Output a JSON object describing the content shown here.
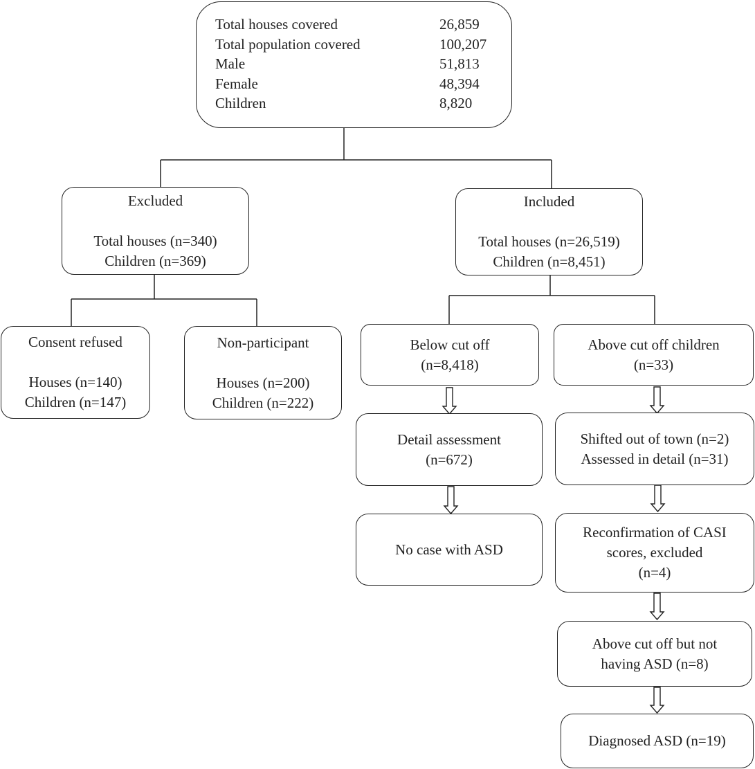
{
  "summary": {
    "rows": [
      {
        "label": "Total houses covered",
        "value": "26,859"
      },
      {
        "label": "Total population covered",
        "value": "100,207"
      },
      {
        "label": "Male",
        "value": "51,813"
      },
      {
        "label": "Female",
        "value": "48,394"
      },
      {
        "label": "Children",
        "value": "8,820"
      }
    ]
  },
  "excluded": {
    "title": "Excluded",
    "houses": "Total houses (n=340)",
    "children": "Children (n=369)"
  },
  "included": {
    "title": "Included",
    "houses": "Total houses (n=26,519)",
    "children": "Children (n=8,451)"
  },
  "consent_refused": {
    "title": "Consent refused",
    "houses": "Houses (n=140)",
    "children": "Children (n=147)"
  },
  "non_participant": {
    "title": "Non-participant",
    "houses": "Houses (n=200)",
    "children": "Children (n=222)"
  },
  "below_cutoff": {
    "line1": "Below cut off",
    "line2": "(n=8,418)"
  },
  "above_cutoff": {
    "line1": "Above cut off children",
    "line2": "(n=33)"
  },
  "detail_assessment": {
    "line1": "Detail assessment",
    "line2": "(n=672)"
  },
  "no_case": {
    "line1": "No case with ASD"
  },
  "shifted": {
    "line1": "Shifted out of town (n=2)",
    "line2": "Assessed in detail (n=31)"
  },
  "reconfirmation": {
    "line1": "Reconfirmation of CASI",
    "line2": "scores, excluded",
    "line3": "(n=4)"
  },
  "above_not_asd": {
    "line1": "Above cut off but not",
    "line2": "having ASD (n=8)"
  },
  "diagnosed": {
    "line1": "Diagnosed ASD (n=19)"
  }
}
